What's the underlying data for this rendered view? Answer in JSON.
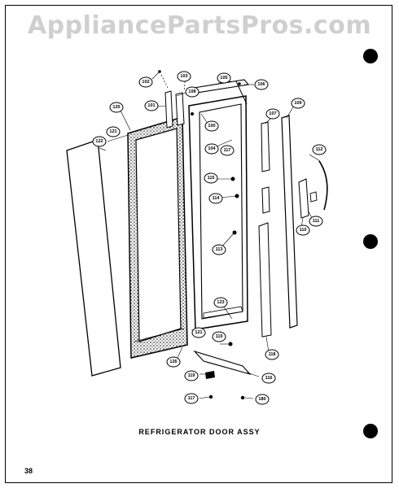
{
  "watermark": "AppliancePartsPros.com",
  "caption": "REFRIGERATOR DOOR ASSY",
  "page_number": "38",
  "callouts": [
    {
      "id": "102",
      "label": "102"
    },
    {
      "id": "103",
      "label": "103"
    },
    {
      "id": "105",
      "label": "105"
    },
    {
      "id": "106",
      "label": "106"
    },
    {
      "id": "107",
      "label": "107"
    },
    {
      "id": "108",
      "label": "108"
    },
    {
      "id": "109",
      "label": "109"
    },
    {
      "id": "101",
      "label": "101"
    },
    {
      "id": "120",
      "label": "120"
    },
    {
      "id": "100",
      "label": "100"
    },
    {
      "id": "104",
      "label": "104"
    },
    {
      "id": "121a",
      "label": "121"
    },
    {
      "id": "122",
      "label": "122"
    },
    {
      "id": "117a",
      "label": "117"
    },
    {
      "id": "112",
      "label": "112"
    },
    {
      "id": "115",
      "label": "115"
    },
    {
      "id": "114",
      "label": "114"
    },
    {
      "id": "111",
      "label": "111"
    },
    {
      "id": "110",
      "label": "110"
    },
    {
      "id": "113",
      "label": "113"
    },
    {
      "id": "123",
      "label": "123"
    },
    {
      "id": "121b",
      "label": "121"
    },
    {
      "id": "119a",
      "label": "119"
    },
    {
      "id": "118",
      "label": "118"
    },
    {
      "id": "126",
      "label": "126"
    },
    {
      "id": "116",
      "label": "116"
    },
    {
      "id": "119b",
      "label": "119"
    },
    {
      "id": "117b",
      "label": "117"
    },
    {
      "id": "180",
      "label": "180"
    }
  ]
}
